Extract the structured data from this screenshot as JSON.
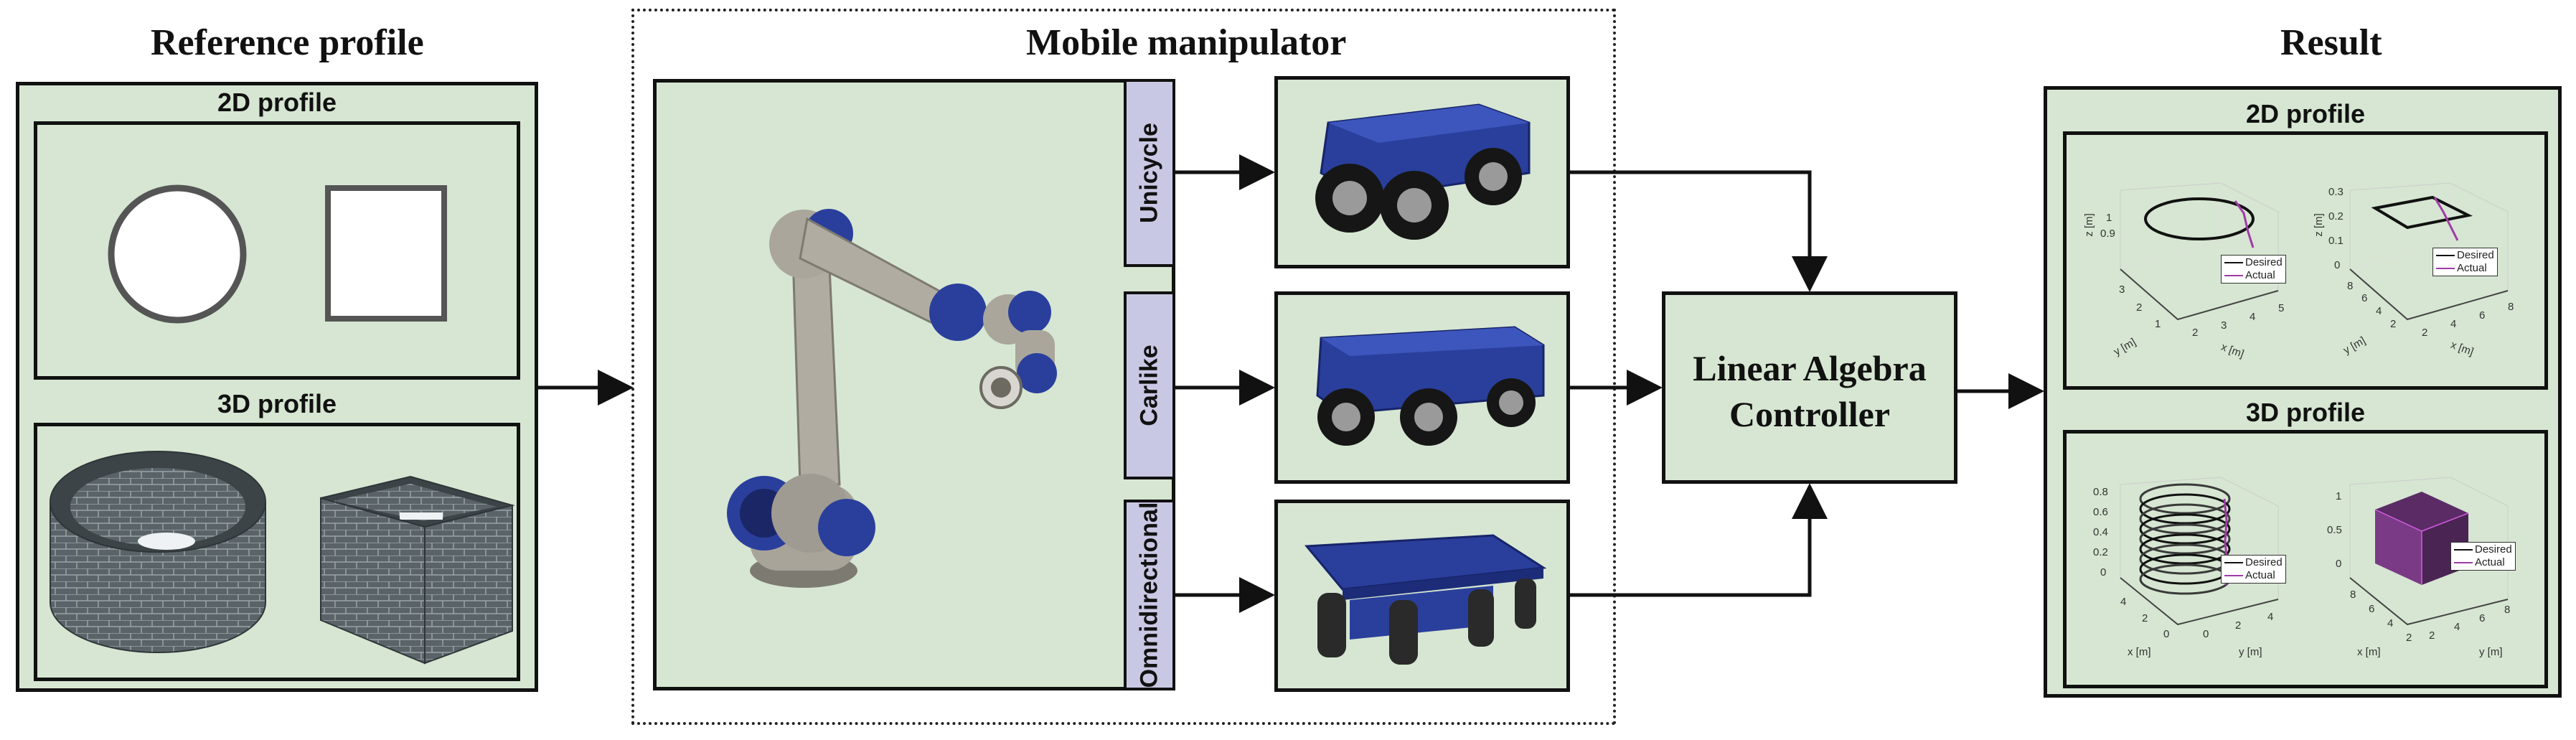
{
  "titles": {
    "reference": "Reference profile",
    "mobile": "Mobile manipulator",
    "result": "Result"
  },
  "reference": {
    "profile_2d": "2D profile",
    "profile_3d": "3D profile"
  },
  "mobile": {
    "tabs": [
      "Unicycle",
      "Carlike",
      "Omnidirectional"
    ]
  },
  "controller": {
    "line1": "Linear Algebra",
    "line2": "Controller"
  },
  "result": {
    "profile_2d": "2D profile",
    "profile_3d": "3D profile",
    "legend_desired": "Desired",
    "legend_actual": "Actual",
    "plots": [
      {
        "xlabel": "x [m]",
        "ylabel": "y [m]",
        "zlabel": "z [m]",
        "zticks": [
          "1",
          "0.9"
        ],
        "yticks": [
          "3",
          "2",
          "1"
        ],
        "xticks": [
          "2",
          "3",
          "4",
          "5"
        ]
      },
      {
        "xlabel": "x [m]",
        "ylabel": "y [m]",
        "zlabel": "z [m]",
        "zticks": [
          "0.3",
          "0.2",
          "0.1",
          "0"
        ],
        "yticks": [
          "8",
          "6",
          "4",
          "2"
        ],
        "xticks": [
          "2",
          "4",
          "6",
          "8"
        ]
      },
      {
        "xlabel": "x [m]",
        "ylabel": "y [m]",
        "zlabel": "",
        "zticks": [
          "0.8",
          "0.6",
          "0.4",
          "0.2",
          "0"
        ],
        "yticks": [
          "4",
          "2",
          "0"
        ],
        "xticks": [
          "0",
          "2",
          "4"
        ]
      },
      {
        "xlabel": "x [m]",
        "ylabel": "y [m]",
        "zlabel": "",
        "zticks": [
          "1",
          "0.5",
          "0"
        ],
        "yticks": [
          "8",
          "6",
          "4",
          "2"
        ],
        "xticks": [
          "2",
          "4",
          "6",
          "8"
        ]
      }
    ]
  },
  "colors": {
    "panel_green": "#d6e6d2",
    "tab_lavender": "#c9c8e4",
    "robot_blue": "#2a3f9c",
    "actual_purple": "#a03aa8"
  }
}
